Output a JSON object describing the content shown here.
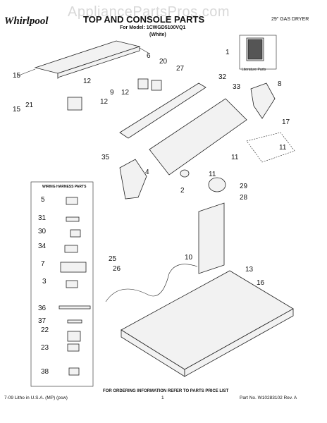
{
  "watermark": "AppliancePartsPros.com",
  "brand": "Whirlpool",
  "title": "TOP AND CONSOLE PARTS",
  "model_line": "For Model: 1CWGD5100VQ1",
  "model_color": "(White)",
  "product": "29\" GAS DRYER",
  "literature_label": "Literature Parts",
  "wiring_box_title": "WIRING HARNESS PARTS",
  "callouts": [
    "1",
    "2",
    "3",
    "4",
    "5",
    "6",
    "7",
    "8",
    "9",
    "10",
    "11",
    "11",
    "11",
    "12",
    "12",
    "12",
    "13",
    "15",
    "15",
    "16",
    "17",
    "20",
    "21",
    "22",
    "23",
    "25",
    "26",
    "27",
    "28",
    "29",
    "30",
    "31",
    "32",
    "33",
    "34",
    "35",
    "36",
    "37",
    "38"
  ],
  "footer": {
    "note": "FOR ORDERING INFORMATION REFER TO PARTS PRICE LIST",
    "litho": "7-09 Litho in U.S.A. (MP) (psw)",
    "page": "1",
    "part_no": "Part No. W10283102 Rev. A"
  }
}
